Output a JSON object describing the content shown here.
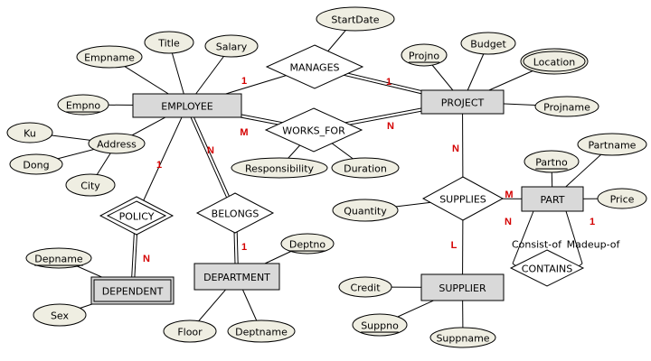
{
  "entities": [
    {
      "id": "employee",
      "label": "EMPLOYEE",
      "weak": false
    },
    {
      "id": "project",
      "label": "PROJECT",
      "weak": false
    },
    {
      "id": "part",
      "label": "PART",
      "weak": false
    },
    {
      "id": "supplier",
      "label": "SUPPLIER",
      "weak": false
    },
    {
      "id": "department",
      "label": "DEPARTMENT",
      "weak": false
    },
    {
      "id": "dependent",
      "label": "DEPENDENT",
      "weak": true
    }
  ],
  "relationships": [
    {
      "id": "manages",
      "label": "MANAGES",
      "identifying": false
    },
    {
      "id": "works_for",
      "label": "WORKS_FOR",
      "identifying": false
    },
    {
      "id": "supplies",
      "label": "SUPPLIES",
      "identifying": false
    },
    {
      "id": "contains",
      "label": "CONTAINS",
      "identifying": false
    },
    {
      "id": "belongs",
      "label": "BELONGS",
      "identifying": false
    },
    {
      "id": "policy",
      "label": "POLICY",
      "identifying": true
    }
  ],
  "attributes": [
    {
      "id": "empname",
      "label": "Empname",
      "key": false,
      "multivalued": false,
      "composite": false
    },
    {
      "id": "title",
      "label": "Title",
      "key": false,
      "multivalued": false,
      "composite": false
    },
    {
      "id": "salary",
      "label": "Salary",
      "key": false,
      "multivalued": false,
      "composite": false
    },
    {
      "id": "empno",
      "label": "Empno",
      "key": true,
      "multivalued": false,
      "composite": false
    },
    {
      "id": "startdate",
      "label": "StartDate",
      "key": false,
      "multivalued": false,
      "composite": false
    },
    {
      "id": "projno",
      "label": "Projno",
      "key": true,
      "multivalued": false,
      "composite": false
    },
    {
      "id": "budget",
      "label": "Budget",
      "key": false,
      "multivalued": false,
      "composite": false
    },
    {
      "id": "location",
      "label": "Location",
      "key": false,
      "multivalued": true,
      "composite": false
    },
    {
      "id": "projname",
      "label": "Projname",
      "key": false,
      "multivalued": false,
      "composite": false
    },
    {
      "id": "ku",
      "label": "Ku",
      "key": false,
      "multivalued": false,
      "composite": false
    },
    {
      "id": "address",
      "label": "Address",
      "key": false,
      "multivalued": false,
      "composite": true
    },
    {
      "id": "dong",
      "label": "Dong",
      "key": false,
      "multivalued": false,
      "composite": false
    },
    {
      "id": "city",
      "label": "City",
      "key": false,
      "multivalued": false,
      "composite": false
    },
    {
      "id": "responsibility",
      "label": "Responsibility",
      "key": false,
      "multivalued": false,
      "composite": false
    },
    {
      "id": "duration",
      "label": "Duration",
      "key": false,
      "multivalued": false,
      "composite": false
    },
    {
      "id": "partname",
      "label": "Partname",
      "key": false,
      "multivalued": false,
      "composite": false
    },
    {
      "id": "partno",
      "label": "Partno",
      "key": true,
      "multivalued": false,
      "composite": false
    },
    {
      "id": "price",
      "label": "Price",
      "key": false,
      "multivalued": false,
      "composite": false
    },
    {
      "id": "quantity",
      "label": "Quantity",
      "key": false,
      "multivalued": false,
      "composite": false
    },
    {
      "id": "depname",
      "label": "Depname",
      "key": true,
      "multivalued": false,
      "composite": false
    },
    {
      "id": "sex",
      "label": "Sex",
      "key": false,
      "multivalued": false,
      "composite": false
    },
    {
      "id": "deptno",
      "label": "Deptno",
      "key": true,
      "multivalued": false,
      "composite": false
    },
    {
      "id": "floor",
      "label": "Floor",
      "key": false,
      "multivalued": false,
      "composite": false
    },
    {
      "id": "deptname",
      "label": "Deptname",
      "key": false,
      "multivalued": false,
      "composite": false
    },
    {
      "id": "credit",
      "label": "Credit",
      "key": false,
      "multivalued": false,
      "composite": false
    },
    {
      "id": "suppno",
      "label": "Suppno",
      "key": true,
      "multivalued": false,
      "composite": false
    },
    {
      "id": "suppname",
      "label": "Suppname",
      "key": false,
      "multivalued": false,
      "composite": false
    }
  ],
  "cardinalities": [
    {
      "id": "c_emp_manages",
      "label": "1"
    },
    {
      "id": "c_manages_proj",
      "label": "1"
    },
    {
      "id": "c_emp_works",
      "label": "M"
    },
    {
      "id": "c_works_proj",
      "label": "N"
    },
    {
      "id": "c_emp_policy",
      "label": "1"
    },
    {
      "id": "c_policy_dep",
      "label": "N"
    },
    {
      "id": "c_emp_belongs",
      "label": "N"
    },
    {
      "id": "c_belongs_dept",
      "label": "1"
    },
    {
      "id": "c_proj_supplies",
      "label": "N"
    },
    {
      "id": "c_supplies_part",
      "label": "M"
    },
    {
      "id": "c_supplies_supplier",
      "label": "L"
    },
    {
      "id": "c_part_consist",
      "label": "N"
    },
    {
      "id": "c_part_madeup",
      "label": "1"
    }
  ],
  "role_labels": [
    {
      "id": "consist_of",
      "label": "Consist-of"
    },
    {
      "id": "madeup_of",
      "label": "Madeup-of"
    }
  ],
  "colors": {
    "entity_fill": "#d9d9d9",
    "attribute_fill": "#efeee2",
    "relationship_fill": "#ffffff",
    "cardinality_text": "#d40000",
    "stroke": "#000000"
  }
}
